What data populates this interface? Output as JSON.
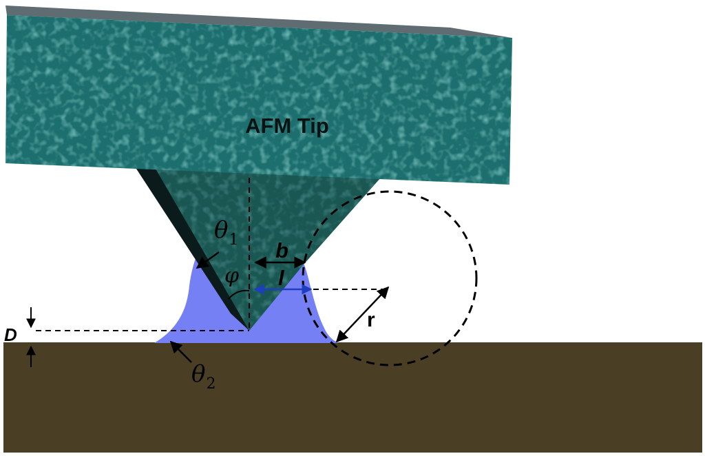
{
  "title": "AFM Tip",
  "labels": {
    "theta1_sym": "θ",
    "theta1_sub": "1",
    "theta2_sym": "θ",
    "theta2_sub": "2",
    "phi": "φ",
    "b": "b",
    "l": "l",
    "r": "r",
    "D": "D"
  },
  "colors": {
    "cantilever": "#1c6f6e",
    "cantilever_top": "#5f6c72",
    "tip_body": "#1a5753",
    "tip_shadow": "#0b1a1a",
    "meniscus": "#7680f5",
    "substrate": "#4a3f24",
    "arrow_blue": "#1d3fbf"
  }
}
